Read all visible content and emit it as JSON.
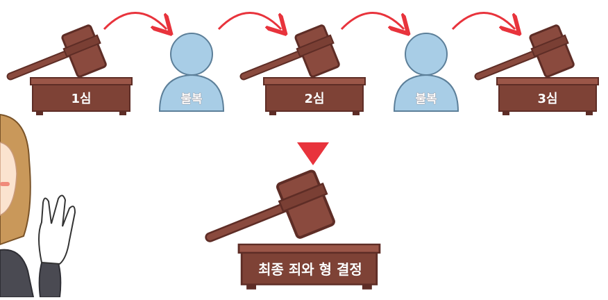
{
  "stages": [
    {
      "label": "1심"
    },
    {
      "label": "불복"
    },
    {
      "label": "2심"
    },
    {
      "label": "불복"
    },
    {
      "label": "3심"
    }
  ],
  "final": {
    "label": "최종 죄와 형 결정"
  },
  "colors": {
    "wood": "#8a4a3e",
    "wood_dark": "#5e2d26",
    "person_fill": "#a8cde6",
    "arrow": "#e8333c",
    "triangle": "#e8333c"
  }
}
